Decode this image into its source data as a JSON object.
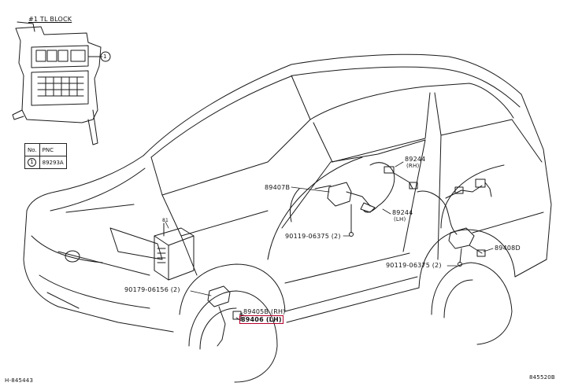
{
  "block_title": "#1 TL BLOCK",
  "block_callout": "1",
  "pnc_table": {
    "headers": [
      "No.",
      "PNC"
    ],
    "rows": [
      {
        "no": "1",
        "pnc": "89293A"
      }
    ]
  },
  "callouts": {
    "p89244_rh": "89244",
    "p89244_rh_side": "(RH)",
    "p89244_lh": "89244",
    "p89244_lh_side": "(LH)",
    "p89407b": "89407B",
    "p90119_06375_a": "90119-06375 (2)",
    "p89408d": "89408D",
    "p90119_06375_b": "90119-06375 (2)",
    "p89405b": "89405B (RH)",
    "p89406": "89406 (LH)",
    "p90179_06156": "90179-06156 (2)",
    "p81": "81"
  },
  "ref_bottom_left": "H-845443",
  "ref_bottom_right": "845520B",
  "highlight_color": "#b5002a"
}
